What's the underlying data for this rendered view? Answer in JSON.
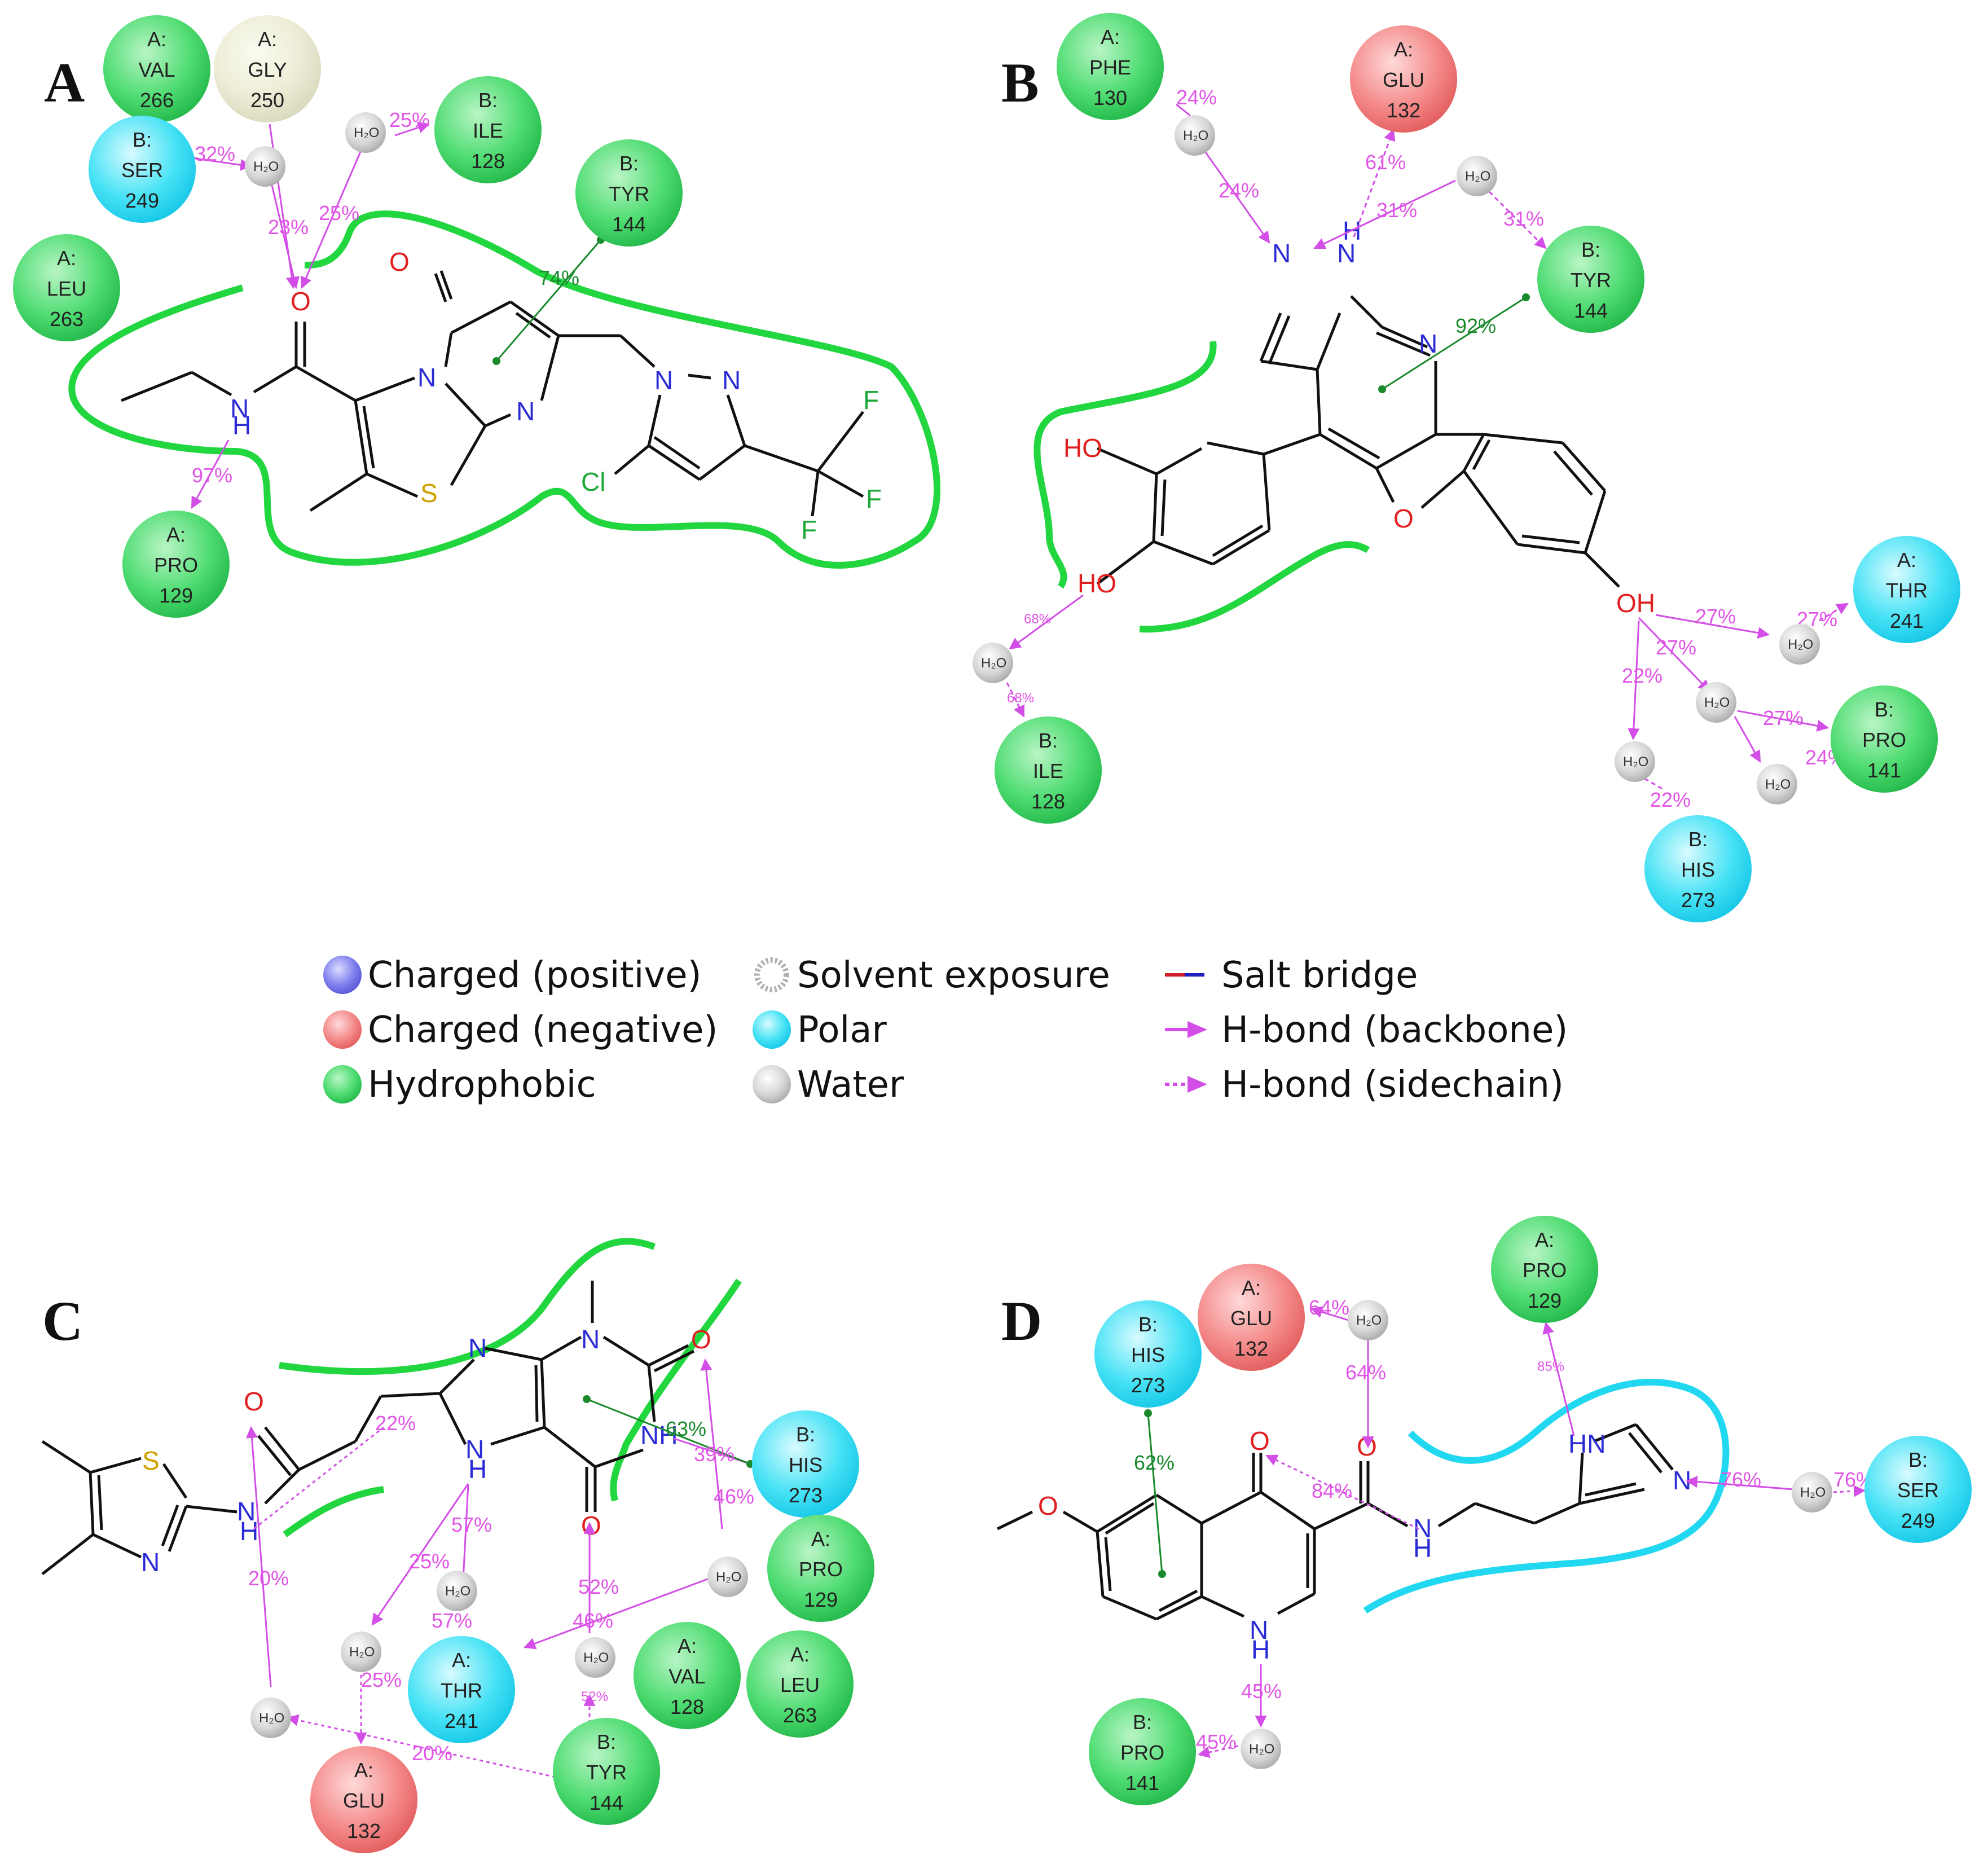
{
  "colors": {
    "hydrophobic": "#2ecc55",
    "polar": "#23d6f0",
    "negative": "#ee6b6b",
    "positive": "#6f6fe8",
    "glycine": "#e8e8cf",
    "water": "#c8c8c8",
    "hbond": "#d24ee6",
    "pipi": "#1a8a2c",
    "pocket_green": "#22d640",
    "pocket_cyan": "#22d8f0",
    "salt_red": "#d0202a",
    "salt_blue": "#2020c0"
  },
  "panels": {
    "A": {
      "label": "A",
      "residues": [
        {
          "chain": "A:",
          "name": "VAL",
          "num": "266",
          "type": "hydrophobic"
        },
        {
          "chain": "A:",
          "name": "GLY",
          "num": "250",
          "type": "glycine"
        },
        {
          "chain": "B:",
          "name": "ILE",
          "num": "128",
          "type": "hydrophobic"
        },
        {
          "chain": "B:",
          "name": "SER",
          "num": "249",
          "type": "polar"
        },
        {
          "chain": "B:",
          "name": "TYR",
          "num": "144",
          "type": "hydrophobic"
        },
        {
          "chain": "A:",
          "name": "LEU",
          "num": "263",
          "type": "hydrophobic"
        },
        {
          "chain": "A:",
          "name": "PRO",
          "num": "129",
          "type": "hydrophobic"
        }
      ],
      "percents": [
        "32%",
        "25%",
        "23%",
        "25%",
        "74%",
        "97%"
      ]
    },
    "B": {
      "label": "B",
      "residues": [
        {
          "chain": "A:",
          "name": "PHE",
          "num": "130",
          "type": "hydrophobic"
        },
        {
          "chain": "A:",
          "name": "GLU",
          "num": "132",
          "type": "negative"
        },
        {
          "chain": "B:",
          "name": "TYR",
          "num": "144",
          "type": "hydrophobic"
        },
        {
          "chain": "A:",
          "name": "THR",
          "num": "241",
          "type": "polar"
        },
        {
          "chain": "B:",
          "name": "PRO",
          "num": "141",
          "type": "hydrophobic"
        },
        {
          "chain": "B:",
          "name": "ILE",
          "num": "128",
          "type": "hydrophobic"
        },
        {
          "chain": "B:",
          "name": "HIS",
          "num": "273",
          "type": "polar"
        }
      ],
      "percents": [
        "24%",
        "24%",
        "61%",
        "31%",
        "31%",
        "92%",
        "68%",
        "68%",
        "27%",
        "27%",
        "27%",
        "27%",
        "22%",
        "22%",
        "24%"
      ]
    },
    "C": {
      "label": "C",
      "residues": [
        {
          "chain": "B:",
          "name": "HIS",
          "num": "273",
          "type": "polar"
        },
        {
          "chain": "A:",
          "name": "PRO",
          "num": "129",
          "type": "hydrophobic"
        },
        {
          "chain": "A:",
          "name": "VAL",
          "num": "128",
          "type": "hydrophobic"
        },
        {
          "chain": "A:",
          "name": "LEU",
          "num": "263",
          "type": "hydrophobic"
        },
        {
          "chain": "A:",
          "name": "THR",
          "num": "241",
          "type": "polar"
        },
        {
          "chain": "B:",
          "name": "TYR",
          "num": "144",
          "type": "hydrophobic"
        },
        {
          "chain": "A:",
          "name": "GLU",
          "num": "132",
          "type": "negative"
        }
      ],
      "percents": [
        "22%",
        "63%",
        "39%",
        "46%",
        "57%",
        "57%",
        "25%",
        "25%",
        "52%",
        "52%",
        "46%",
        "20%",
        "20%"
      ]
    },
    "D": {
      "label": "D",
      "residues": [
        {
          "chain": "B:",
          "name": "HIS",
          "num": "273",
          "type": "polar"
        },
        {
          "chain": "A:",
          "name": "GLU",
          "num": "132",
          "type": "negative"
        },
        {
          "chain": "A:",
          "name": "PRO",
          "num": "129",
          "type": "hydrophobic"
        },
        {
          "chain": "B:",
          "name": "SER",
          "num": "249",
          "type": "polar"
        },
        {
          "chain": "B:",
          "name": "PRO",
          "num": "141",
          "type": "hydrophobic"
        }
      ],
      "percents": [
        "64%",
        "64%",
        "62%",
        "85%",
        "84%",
        "76%",
        "76%",
        "45%",
        "45%"
      ]
    }
  },
  "water_label": "H₂O",
  "atoms": {
    "O": "O",
    "N": "N",
    "H": "H",
    "S": "S",
    "Cl": "Cl",
    "F": "F",
    "NH": "NH",
    "HN": "HN",
    "HO": "HO",
    "OH": "OH"
  },
  "legend": [
    {
      "text": "Charged (positive)",
      "marker": "positive"
    },
    {
      "text": "Charged (negative)",
      "marker": "negative"
    },
    {
      "text": "Hydrophobic",
      "marker": "hydrophobic"
    },
    {
      "text": "Solvent exposure",
      "marker": "solvent"
    },
    {
      "text": "Polar",
      "marker": "polar"
    },
    {
      "text": "Water",
      "marker": "water"
    },
    {
      "text": "Salt bridge",
      "marker": "salt"
    },
    {
      "text": "H-bond (backbone)",
      "marker": "hbond-solid"
    },
    {
      "text": "H-bond (sidechain)",
      "marker": "hbond-dashed"
    }
  ]
}
